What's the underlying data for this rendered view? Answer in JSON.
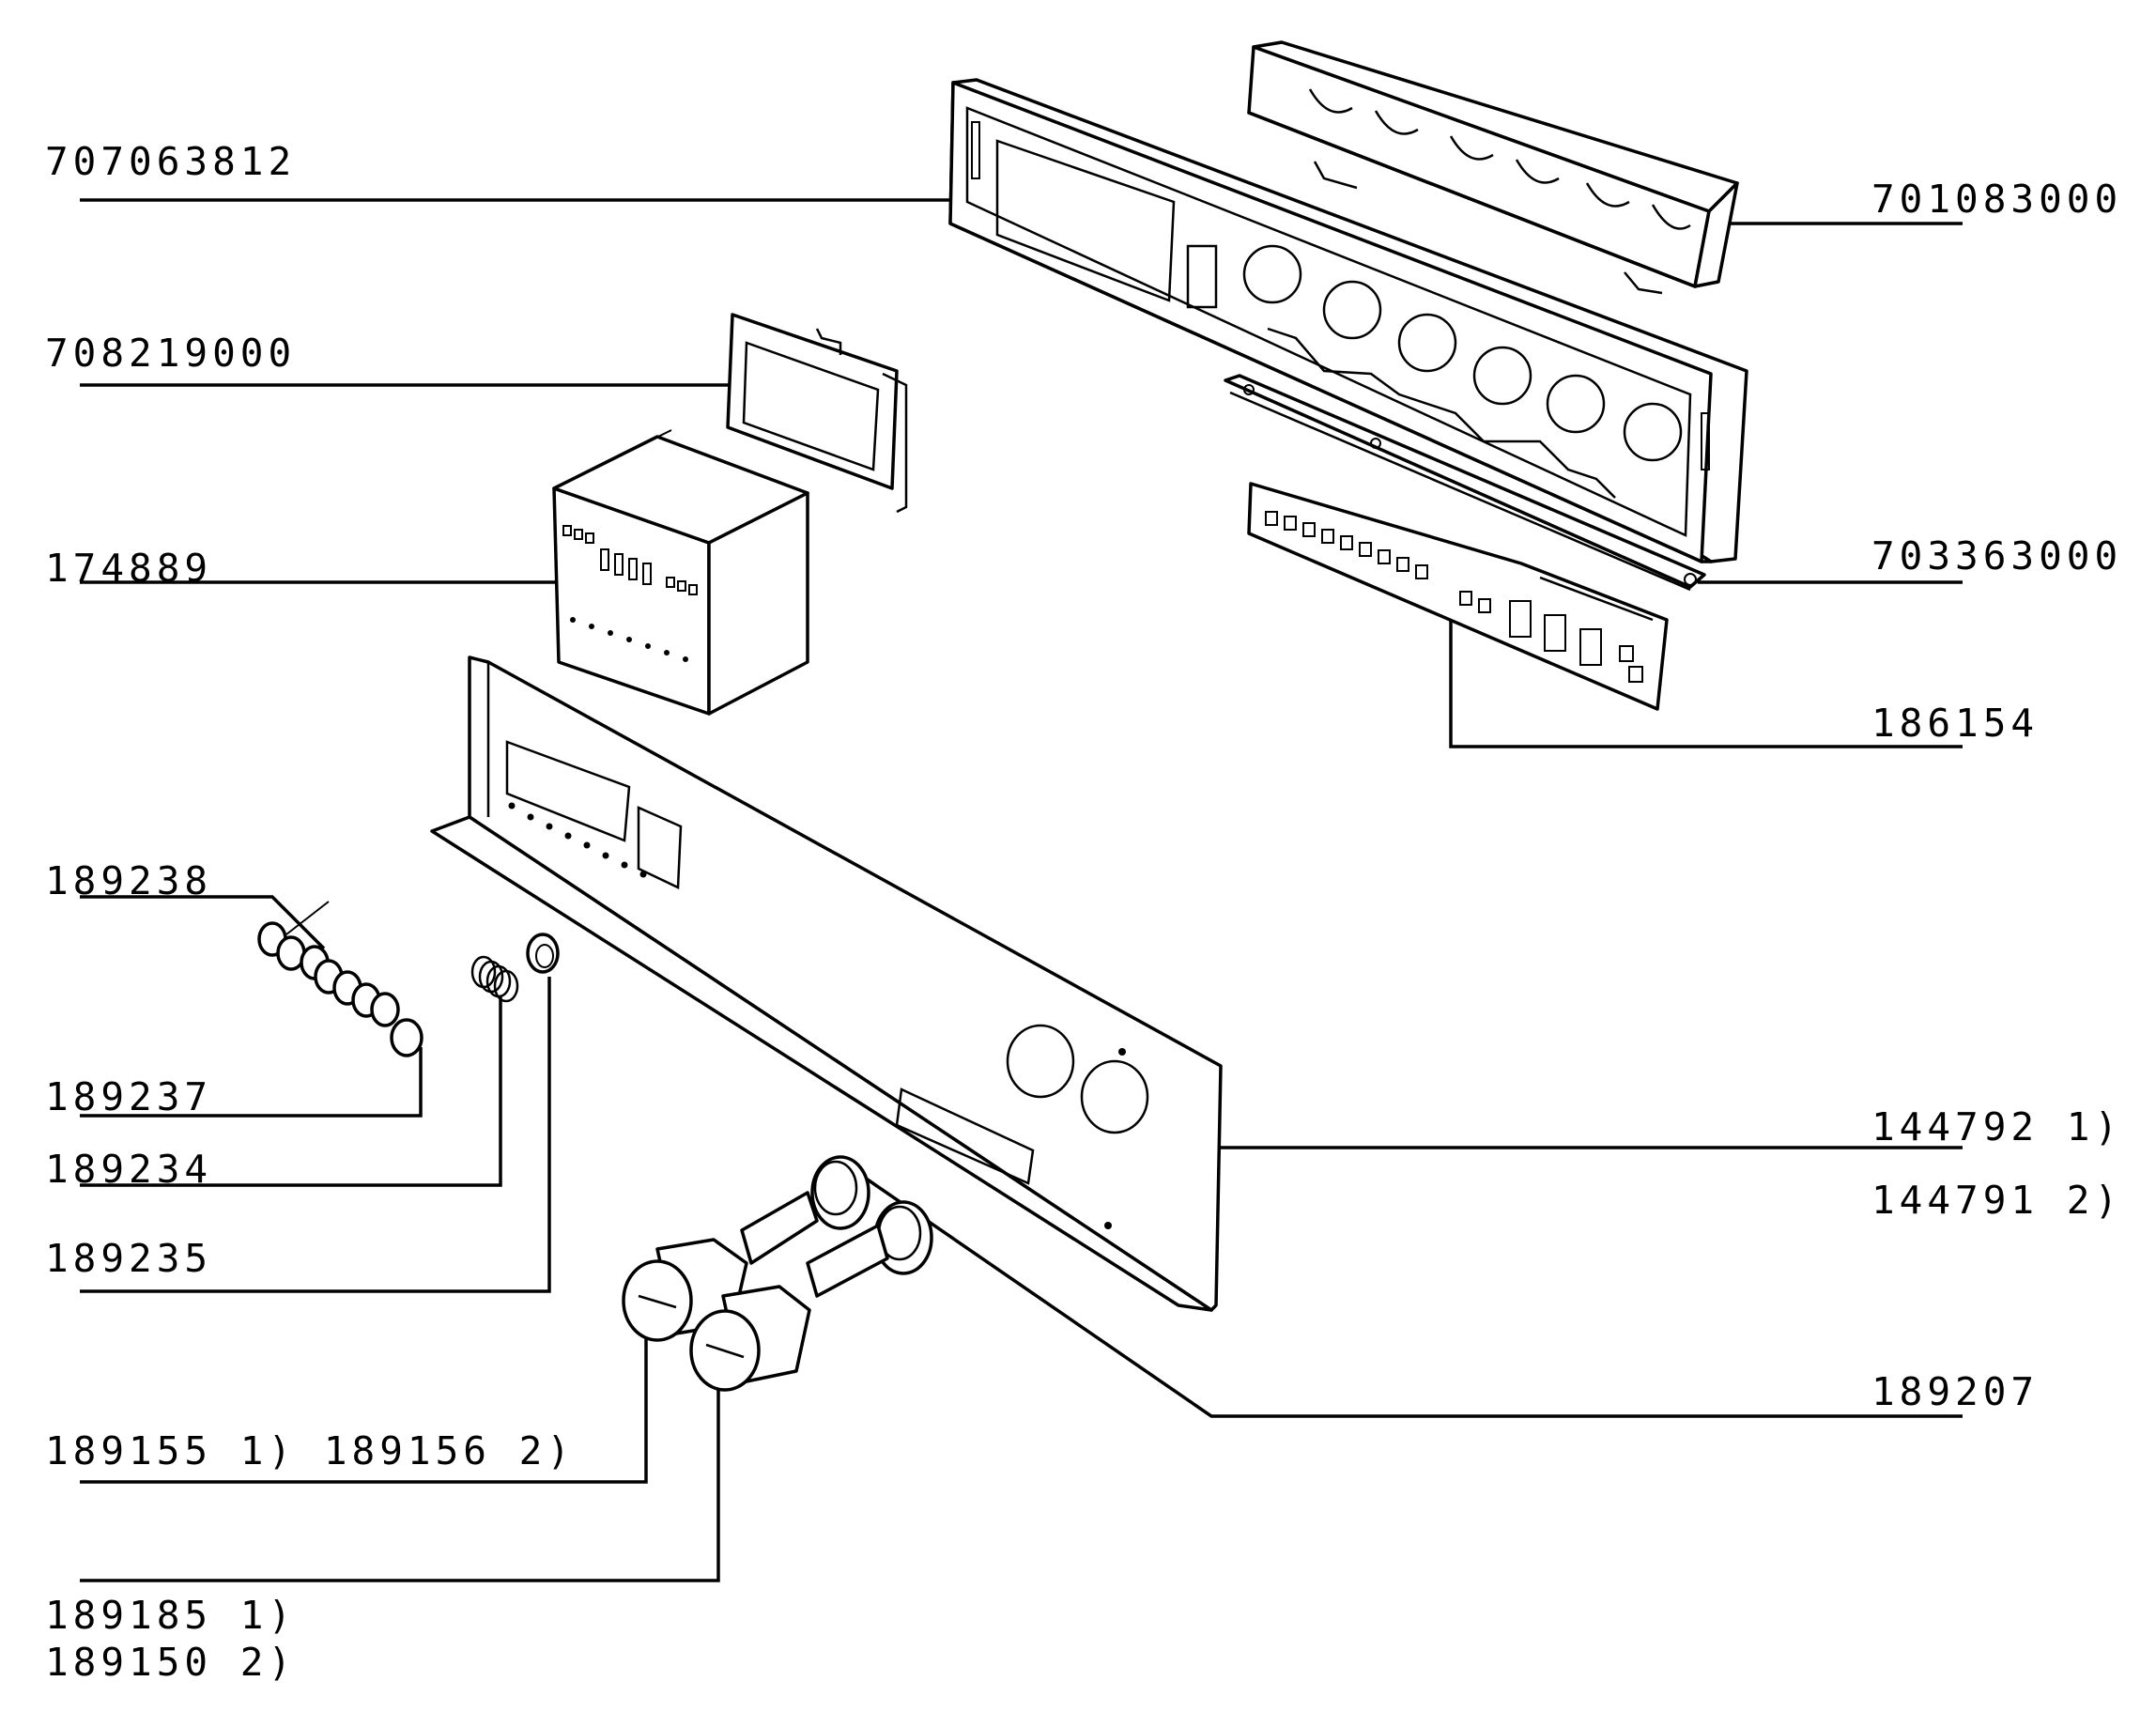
{
  "diagram": {
    "labels": {
      "l707063812": "707063812",
      "l708219000": "708219000",
      "l174889": "174889",
      "l189238": "189238",
      "l189237": "189237",
      "l189234": "189234",
      "l189235": "189235",
      "l189155_189156": "189155 1) 189156 2)",
      "l189185": "189185 1)",
      "l189150": "189150 2)",
      "l701083000": "701083000",
      "l703363000": "703363000",
      "l186154": "186154",
      "l144792": "144792 1)",
      "l144791": "144791 2)",
      "l189207": "189207"
    }
  }
}
